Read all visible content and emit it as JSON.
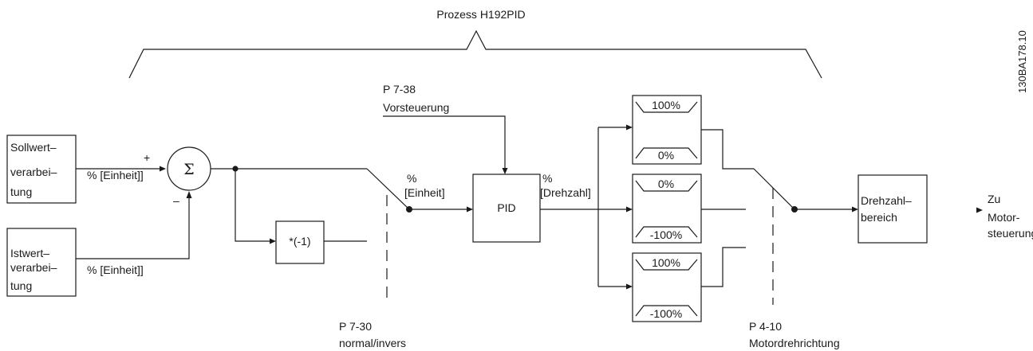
{
  "header": {
    "title": "Prozess H192PID"
  },
  "doc_code": "130BA178.10",
  "blocks": {
    "setpoint": {
      "line1": "Sollwert–",
      "line2": "verarbei–",
      "line3": "tung"
    },
    "feedback": {
      "line1": "Istwert–",
      "line2": "verarbei–",
      "line3": "tung"
    },
    "sum": {
      "symbol": "Σ",
      "plus": "+",
      "minus": "–"
    },
    "invert": {
      "label": "*(-1)"
    },
    "pid": {
      "label": "PID"
    },
    "speed_range": {
      "line1": "Drehzahl–",
      "line2": "bereich"
    }
  },
  "limiters": [
    {
      "top": "100%",
      "bottom": "0%"
    },
    {
      "top": "0%",
      "bottom": "-100%"
    },
    {
      "top": "100%",
      "bottom": "-100%"
    }
  ],
  "signals": {
    "setpoint_unit": "% [Einheit]]",
    "feedback_unit": "% [Einheit]]",
    "pid_in_pct": "%",
    "pid_in_unit": "[Einheit]",
    "pid_out_pct": "%",
    "pid_out_unit": "[Drehzahl]"
  },
  "params": {
    "feedforward": {
      "code": "P 7-38",
      "name": "Vorsteuerung"
    },
    "normal_inverse": {
      "code": "P 7-30",
      "name": "normal/invers"
    },
    "motor_direction": {
      "code": "P 4-10",
      "name": "Motordrehrichtung"
    }
  },
  "output": {
    "line1": "Zu",
    "line2": "Motor-",
    "line3": "steuerung"
  }
}
